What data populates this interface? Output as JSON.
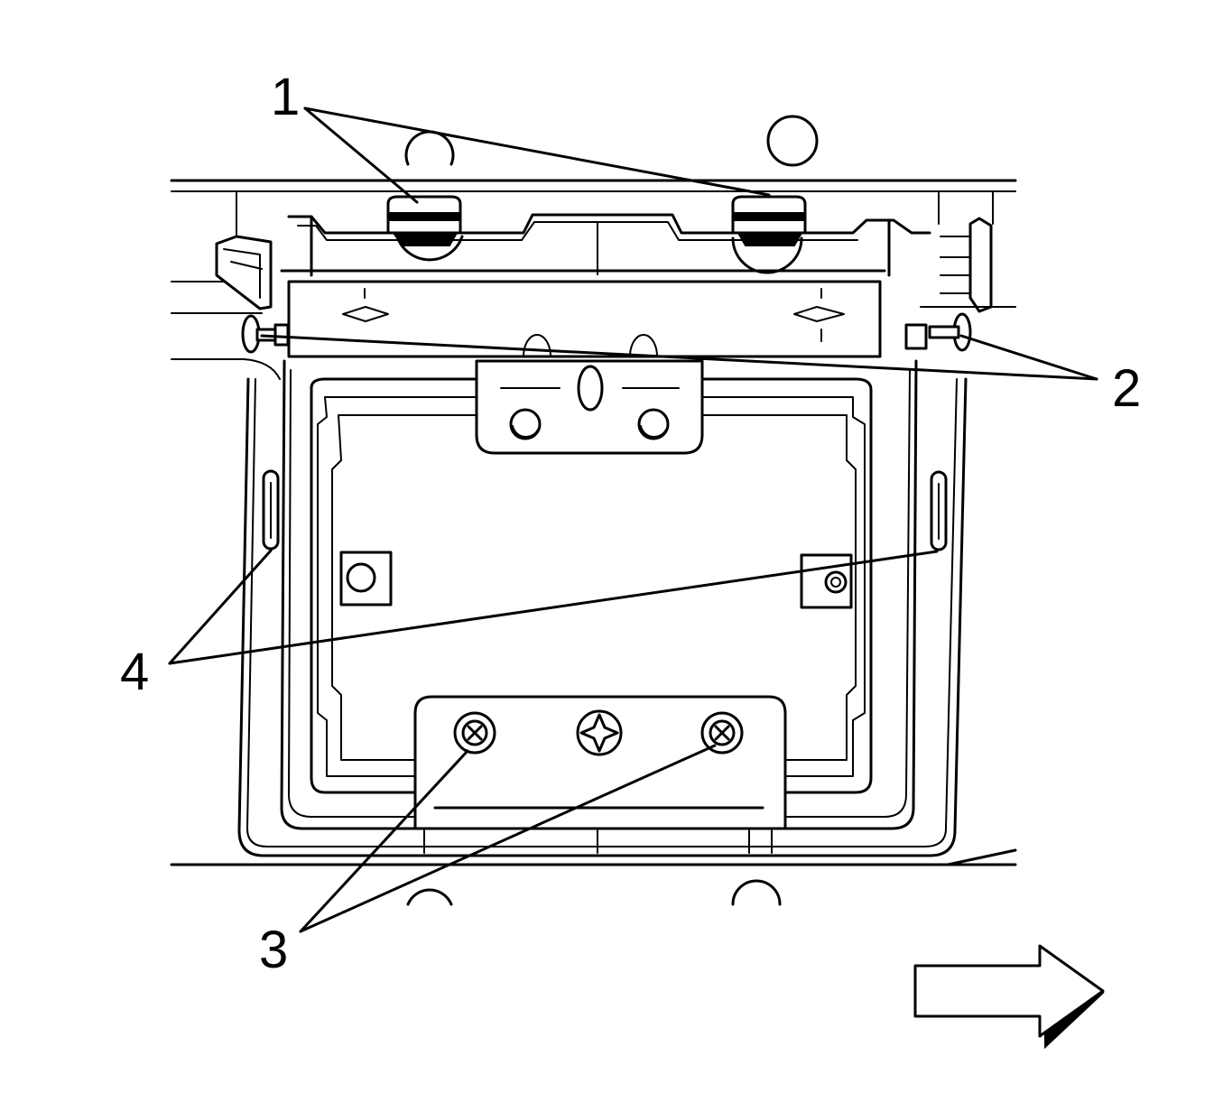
{
  "callouts": {
    "c1": "1",
    "c2": "2",
    "c3": "3",
    "c4": "4"
  },
  "colors": {
    "line": "#000000",
    "background": "#ffffff"
  },
  "icons": {
    "direction_arrow": "arrow-right-icon"
  }
}
